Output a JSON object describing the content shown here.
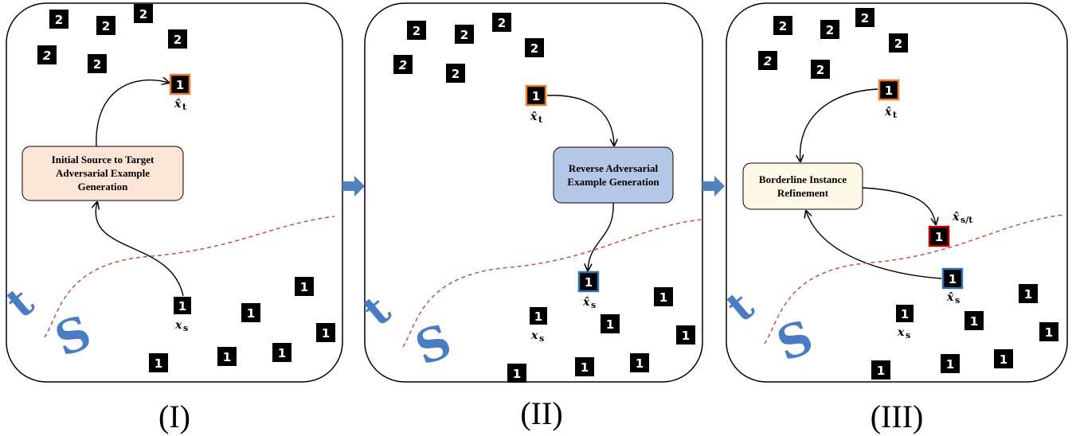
{
  "panels": [
    {
      "caption": "(I)",
      "box_label_lines": [
        "Initial Source to Target",
        "Adversarial Example",
        "Generation"
      ],
      "labels": {
        "xt": "x̂",
        "xt_sub": "t",
        "xs": "x",
        "xs_sub": "s"
      },
      "region_letters": [
        "t",
        "S"
      ]
    },
    {
      "caption": "(II)",
      "box_label_lines": [
        "Reverse Adversarial",
        "Example Generation"
      ],
      "labels": {
        "xt": "x̂",
        "xt_sub": "t",
        "xs_hat": "x̂",
        "xs_hat_sub": "s",
        "xs": "x",
        "xs_sub": "s"
      },
      "region_letters": [
        "t",
        "S"
      ]
    },
    {
      "caption": "(III)",
      "box_label_lines": [
        "Borderline Instance",
        "Refinement"
      ],
      "labels": {
        "xt": "x̂",
        "xt_sub": "t",
        "xst": "x̂",
        "xst_sub": "s/t",
        "xs_hat": "x̂",
        "xs_hat_sub": "s",
        "xs": "x",
        "xs_sub": "s"
      },
      "region_letters": [
        "t",
        "S"
      ]
    }
  ],
  "digit_glyphs": {
    "two": "2",
    "one": "1"
  },
  "colors": {
    "panel_border": "#000000",
    "box1_fill": "#fbe5d6",
    "box2_fill": "#b4c7e7",
    "box3_fill": "#fff8e7",
    "target_border": "#ed7d31",
    "source_border": "#2e75b6",
    "borderline_border": "#c00000",
    "boundary": "#c0504d",
    "flow_arrow": "#4f81bd"
  }
}
